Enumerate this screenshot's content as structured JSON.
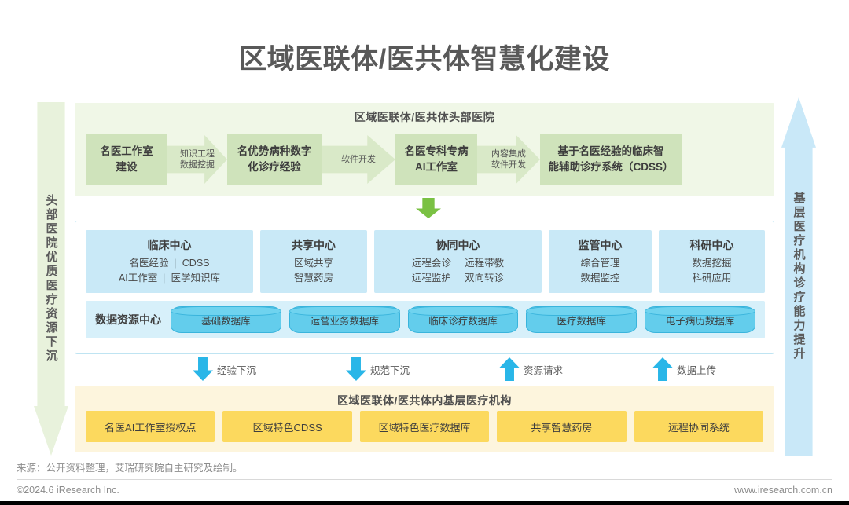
{
  "title": "区域医联体/医共体智慧化建设",
  "colors": {
    "green_light": "#f0f7e7",
    "green_box": "#cfe3bb",
    "green_arrow": "#d9e9c8",
    "green_accent": "#7ac143",
    "blue_card": "#c9e9f7",
    "blue_band": "#d7f0fa",
    "cyan_db": "#63cdec",
    "cyan_arrow": "#29b6e8",
    "yellow_panel": "#fdf5dd",
    "yellow_box": "#fcd95e",
    "text": "#595959"
  },
  "left_arrow": {
    "label": "头部医院优质医疗资源下沉",
    "direction": "down"
  },
  "right_arrow": {
    "label": "基层医疗机构诊疗能力提升",
    "direction": "up"
  },
  "top_section": {
    "heading": "区域医联体/医共体头部医院",
    "boxes": [
      {
        "label": "名医工作室\n建设"
      },
      {
        "label": "名优势病种数字\n化诊疗经验"
      },
      {
        "label": "名医专科专病\nAI工作室"
      },
      {
        "label": "基于名医经验的临床智\n能辅助诊疗系统（CDSS）"
      }
    ],
    "arrows": [
      {
        "label": "知识工程\n数据挖掘"
      },
      {
        "label": "软件开发"
      },
      {
        "label": "内容集成\n软件开发"
      }
    ]
  },
  "middle_section": {
    "centers": [
      {
        "title": "临床中心",
        "lines": [
          {
            "items": [
              "名医经验",
              "CDSS"
            ]
          },
          {
            "items": [
              "AI工作室",
              "医学知识库"
            ]
          }
        ]
      },
      {
        "title": "共享中心",
        "lines": [
          {
            "items": [
              "区域共享"
            ]
          },
          {
            "items": [
              "智慧药房"
            ]
          }
        ]
      },
      {
        "title": "协同中心",
        "lines": [
          {
            "items": [
              "远程会诊",
              "远程带教"
            ]
          },
          {
            "items": [
              "远程监护",
              "双向转诊"
            ]
          }
        ]
      },
      {
        "title": "监管中心",
        "lines": [
          {
            "items": [
              "综合管理"
            ]
          },
          {
            "items": [
              "数据监控"
            ]
          }
        ]
      },
      {
        "title": "科研中心",
        "lines": [
          {
            "items": [
              "数据挖掘"
            ]
          },
          {
            "items": [
              "科研应用"
            ]
          }
        ]
      }
    ],
    "data_center": {
      "title": "数据资源中心",
      "databases": [
        "基础数据库",
        "运营业务数据库",
        "临床诊疗数据库",
        "医疗数据库",
        "电子病历数据库"
      ]
    }
  },
  "exchange_arrows": [
    {
      "label": "经验下沉",
      "direction": "down"
    },
    {
      "label": "规范下沉",
      "direction": "down"
    },
    {
      "label": "资源请求",
      "direction": "up"
    },
    {
      "label": "数据上传",
      "direction": "up"
    }
  ],
  "bottom_section": {
    "heading": "区域医联体/医共体内基层医疗机构",
    "boxes": [
      "名医AI工作室授权点",
      "区域特色CDSS",
      "区域特色医疗数据库",
      "共享智慧药房",
      "远程协同系统"
    ]
  },
  "footer": {
    "source": "来源：公开资料整理，艾瑞研究院自主研究及绘制。",
    "copyright": "©2024.6 iResearch Inc.",
    "website": "www.iresearch.com.cn"
  }
}
